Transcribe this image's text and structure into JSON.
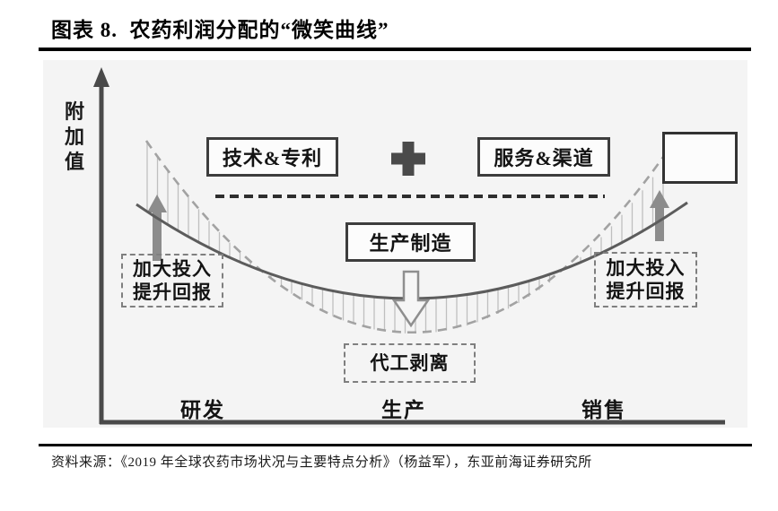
{
  "header": {
    "title": "图表 8.  农药利润分配的“微笑曲线”"
  },
  "chart": {
    "y_axis_label": "附加值",
    "x_axis_labels": [
      "研发",
      "生产",
      "销售"
    ],
    "labels": {
      "tech": "技术&专利",
      "service": "服务&渠道",
      "manufacturing": "生产制造",
      "oem_spinoff": "代工剥离",
      "invest_left_line1": "加大投入",
      "invest_left_line2": "提升回报",
      "invest_right_line1": "加大投入",
      "invest_right_line2": "提升回报"
    }
  },
  "colors": {
    "panel_bg": "#f4f4f4",
    "axis": "#4a4a4a",
    "solid_curve": "#5c5c5c",
    "dashed_curve": "#a2a2a2",
    "hatch": "#bfbfbf",
    "arrow_gray": "#8c8c8c",
    "box_border": "#3d3d3d",
    "dashed_box_border": "#7f7f7f",
    "divider_dash": "#2e2e2e"
  },
  "footer": {
    "source": "资料来源：《2019 年全球农药市场状况与主要特点分析》（杨益军），东亚前海证券研究所"
  }
}
